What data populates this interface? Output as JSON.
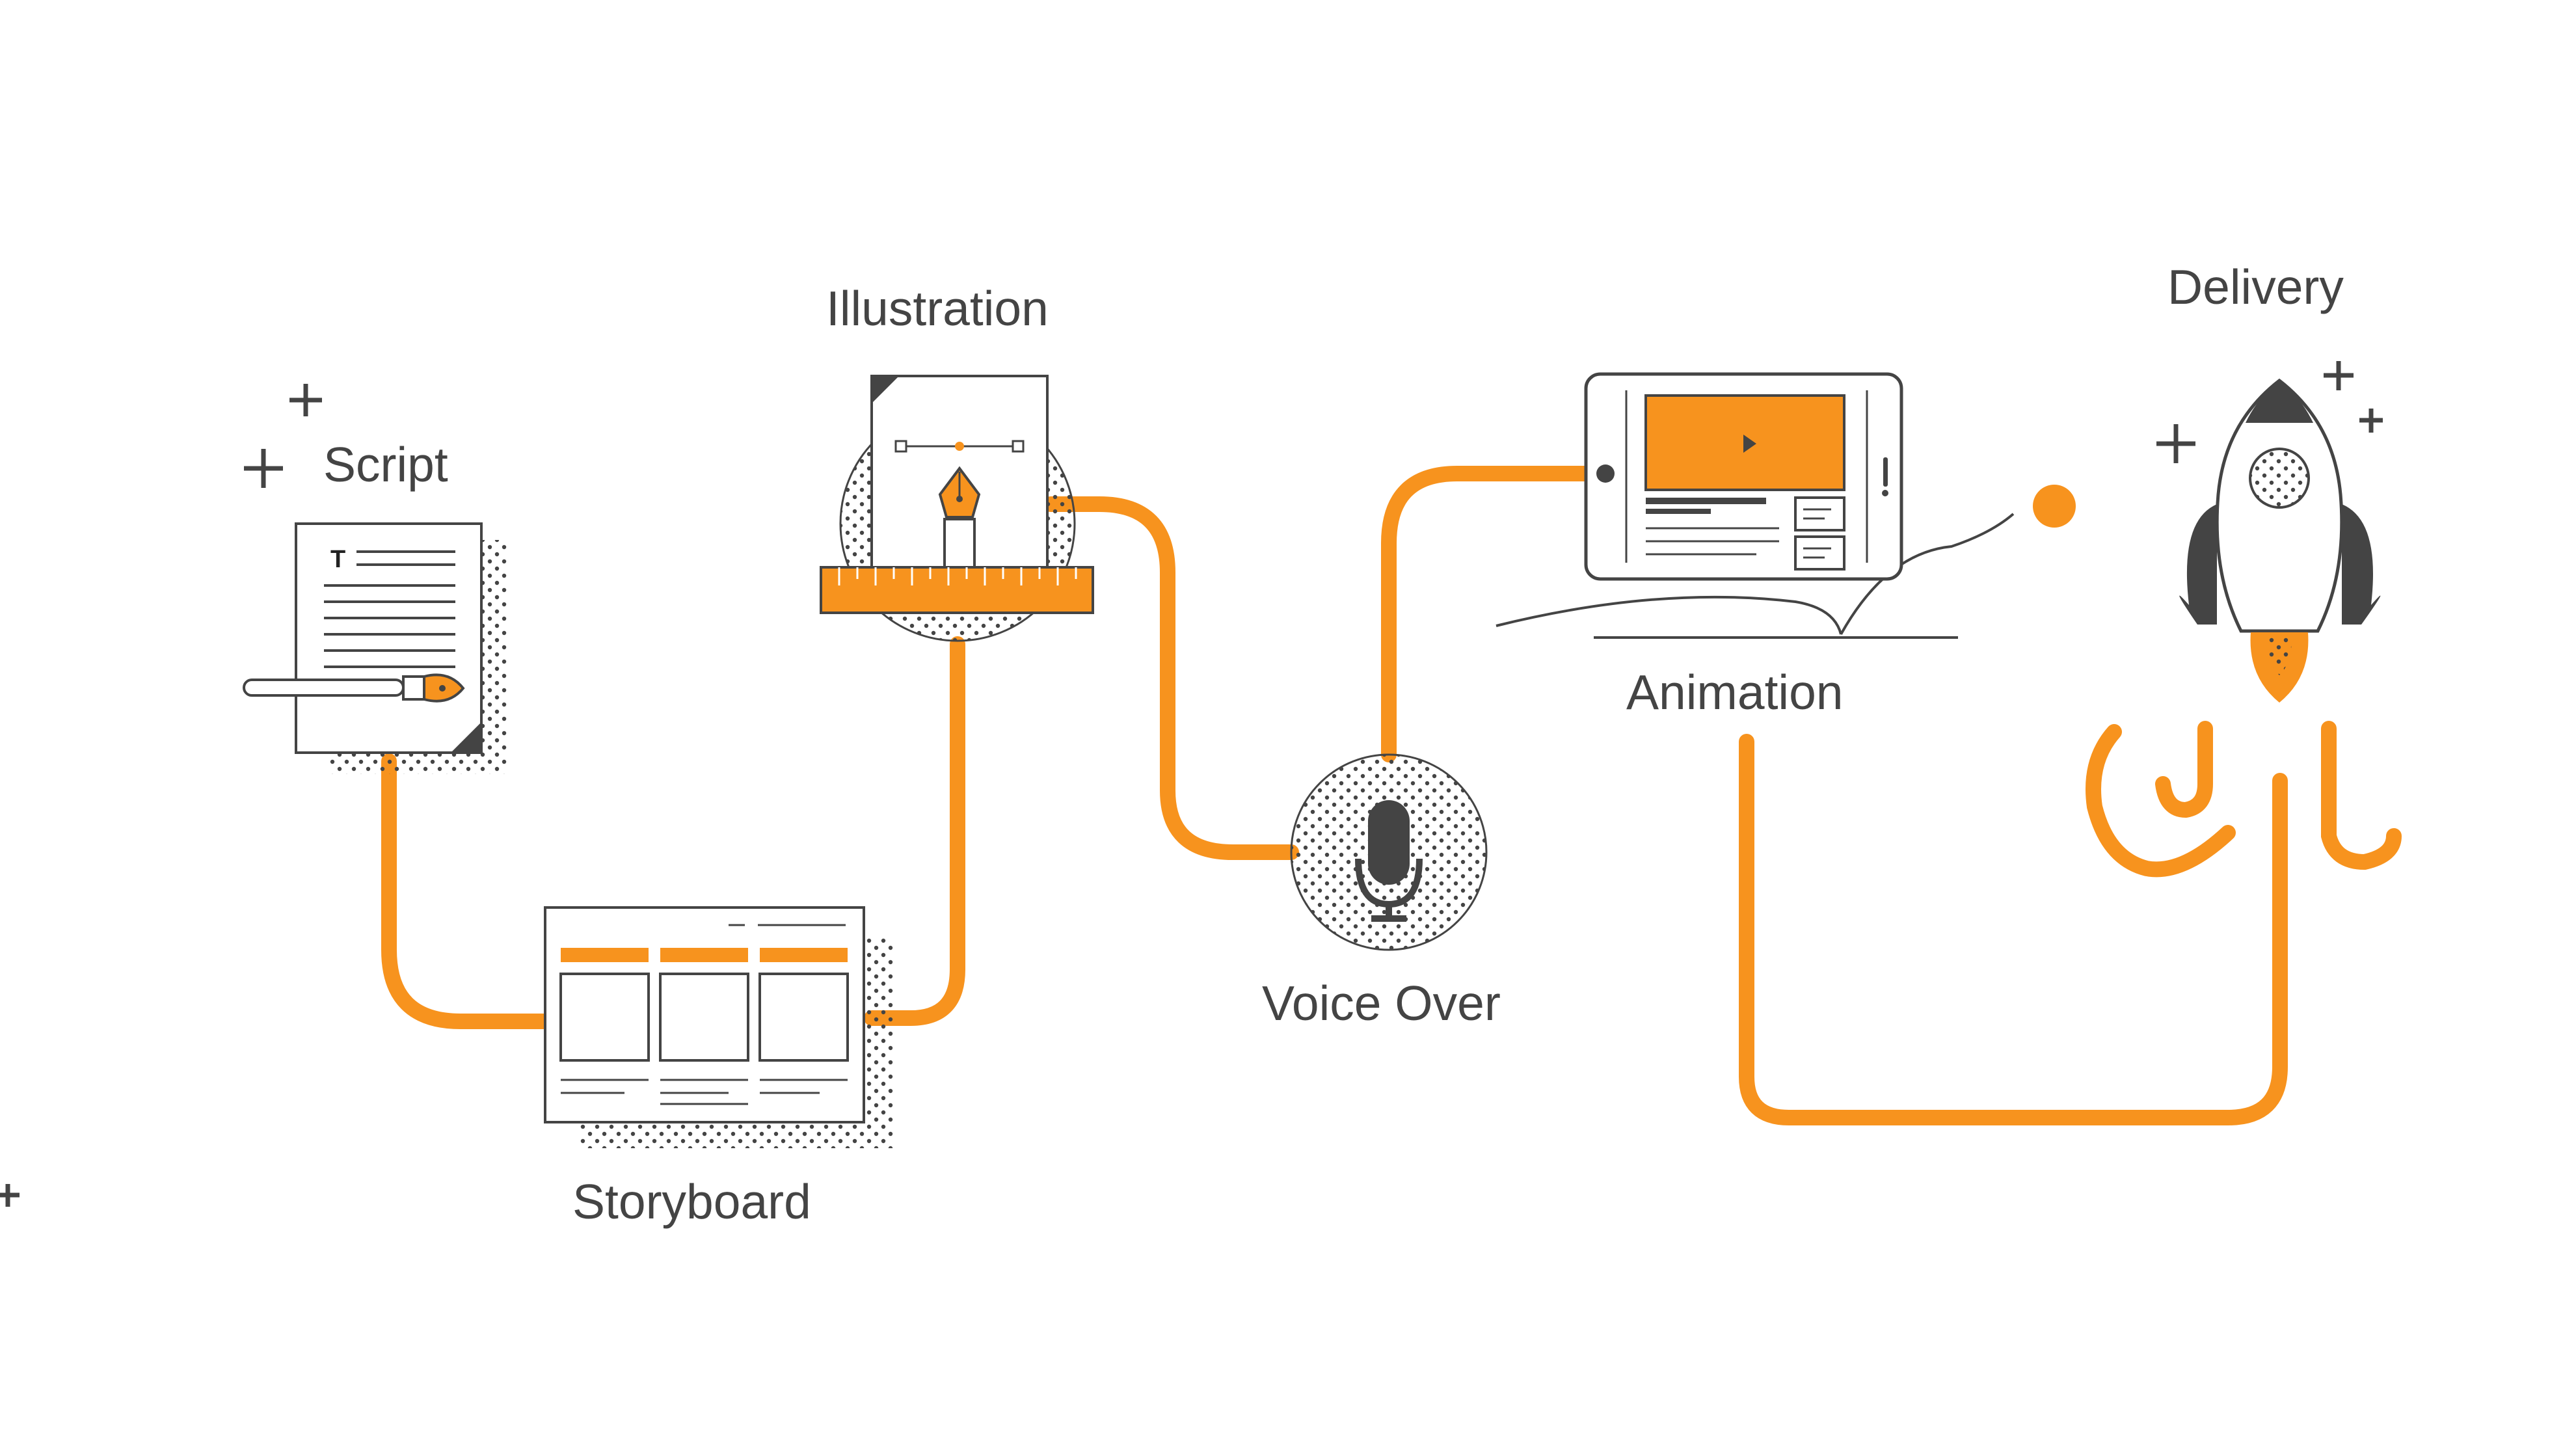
{
  "colors": {
    "accent": "#F7931E",
    "ink": "#444444",
    "paper": "#FFFFFF"
  },
  "steps": [
    {
      "label": "Script",
      "icon": "document-pen-icon"
    },
    {
      "label": "Storyboard",
      "icon": "storyboard-icon"
    },
    {
      "label": "Illustration",
      "icon": "pen-tool-ruler-icon"
    },
    {
      "label": "Voice Over",
      "icon": "microphone-icon"
    },
    {
      "label": "Animation",
      "icon": "tablet-video-icon"
    },
    {
      "label": "Delivery",
      "icon": "rocket-icon"
    }
  ],
  "sequence": [
    "Script",
    "Storyboard",
    "Illustration",
    "Voice Over",
    "Animation",
    "Delivery"
  ]
}
